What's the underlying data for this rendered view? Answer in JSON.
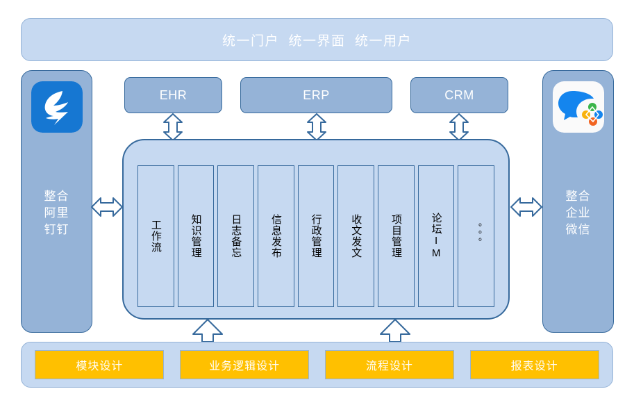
{
  "header": {
    "banner_text": "统一门户  统一界面  统一用户"
  },
  "left_panel": {
    "logo_name": "dingtalk-logo",
    "label": "整合\n阿里\n钉钉"
  },
  "right_panel": {
    "logo_name": "wecom-logo",
    "label": "整合\n企业\n微信"
  },
  "systems": [
    {
      "id": "ehr",
      "label": "EHR"
    },
    {
      "id": "erp",
      "label": "ERP"
    },
    {
      "id": "crm",
      "label": "CRM"
    }
  ],
  "modules": [
    {
      "id": "workflow",
      "label": "工作流"
    },
    {
      "id": "knowledge",
      "label": "知识管理"
    },
    {
      "id": "journal",
      "label": "日志备忘"
    },
    {
      "id": "publish",
      "label": "信息发布"
    },
    {
      "id": "admin",
      "label": "行政管理"
    },
    {
      "id": "documents",
      "label": "收文发文"
    },
    {
      "id": "project",
      "label": "项目管理"
    },
    {
      "id": "forum",
      "label": "论坛IM"
    },
    {
      "id": "more",
      "label": "。。。"
    }
  ],
  "design_items": [
    {
      "id": "module-design",
      "label": "模块设计"
    },
    {
      "id": "business-design",
      "label": "业务逻辑设计"
    },
    {
      "id": "process-design",
      "label": "流程设计"
    },
    {
      "id": "report-design",
      "label": "报表设计"
    }
  ],
  "arrows": {
    "ehr_link": "double-vertical-arrow",
    "erp_link": "double-vertical-arrow",
    "crm_link": "double-vertical-arrow",
    "left_link": "double-horizontal-arrow",
    "right_link": "double-horizontal-arrow",
    "up_left": "up-arrow",
    "up_right": "up-arrow"
  },
  "colors": {
    "banner_fill": "#C6D9F1",
    "panel_fill": "#95B3D7",
    "border": "#36699C",
    "accent_orange": "#FFC000",
    "text_white": "#FFFFFF",
    "text_dark": "#000000"
  }
}
